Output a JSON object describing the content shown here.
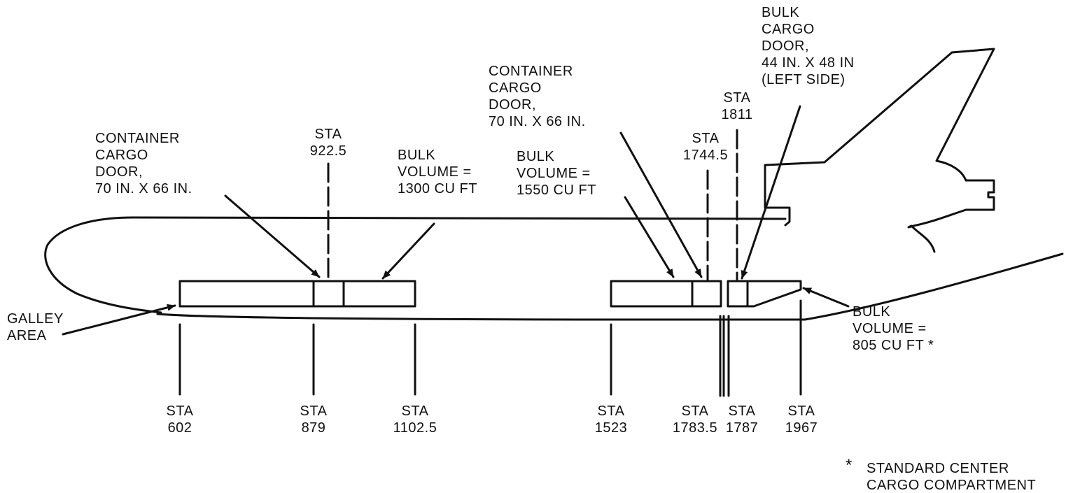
{
  "labels": {
    "container_door_fwd": [
      "CONTAINER",
      "CARGO",
      "DOOR,",
      "70 IN. X 66 IN."
    ],
    "sta_922_5": [
      "STA",
      "922.5"
    ],
    "bulk_fwd": [
      "BULK",
      "VOLUME =",
      "1300 CU FT"
    ],
    "container_door_aft": [
      "CONTAINER",
      "CARGO",
      "DOOR,",
      "70 IN. X 66 IN."
    ],
    "bulk_aft": [
      "BULK",
      "VOLUME =",
      "1550 CU FT"
    ],
    "sta_1744_5": [
      "STA",
      "1744.5"
    ],
    "sta_1811": [
      "STA",
      "1811"
    ],
    "bulk_cargo_door": [
      "BULK",
      "CARGO",
      "DOOR,",
      "44 IN. X 48 IN",
      "(LEFT SIDE)"
    ],
    "galley_area": [
      "GALLEY",
      "AREA"
    ],
    "bulk_rear": [
      "BULK",
      "VOLUME =",
      "805 CU FT *"
    ],
    "footnote_star": "*",
    "footnote": [
      "STANDARD CENTER",
      "CARGO COMPARTMENT"
    ]
  },
  "stations_bottom": [
    {
      "id": "sta_602",
      "lines": [
        "STA",
        "602"
      ]
    },
    {
      "id": "sta_879",
      "lines": [
        "STA",
        "879"
      ]
    },
    {
      "id": "sta_1102_5",
      "lines": [
        "STA",
        "1102.5"
      ]
    },
    {
      "id": "sta_1523",
      "lines": [
        "STA",
        "1523"
      ]
    },
    {
      "id": "sta_1783_5",
      "lines": [
        "STA",
        "1783.5"
      ]
    },
    {
      "id": "sta_1787",
      "lines": [
        "STA",
        "1787"
      ]
    },
    {
      "id": "sta_1967",
      "lines": [
        "STA",
        "1967"
      ]
    }
  ]
}
